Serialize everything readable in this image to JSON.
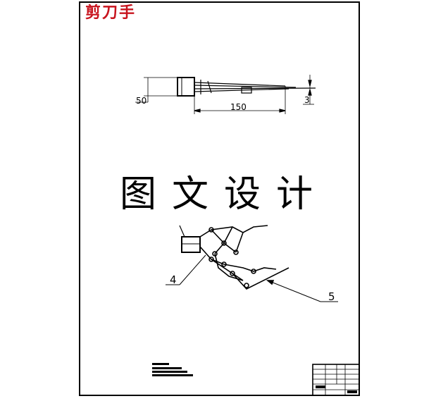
{
  "title": "剪刀手",
  "watermark": "图文设计",
  "dimensions": {
    "height_left": "50",
    "length_bottom": "150",
    "tip_right": "3"
  },
  "callouts": {
    "part_4": "4",
    "part_5": "5"
  },
  "colors": {
    "title": "#c8141e",
    "lines": "#000000",
    "paper": "#ffffff"
  }
}
